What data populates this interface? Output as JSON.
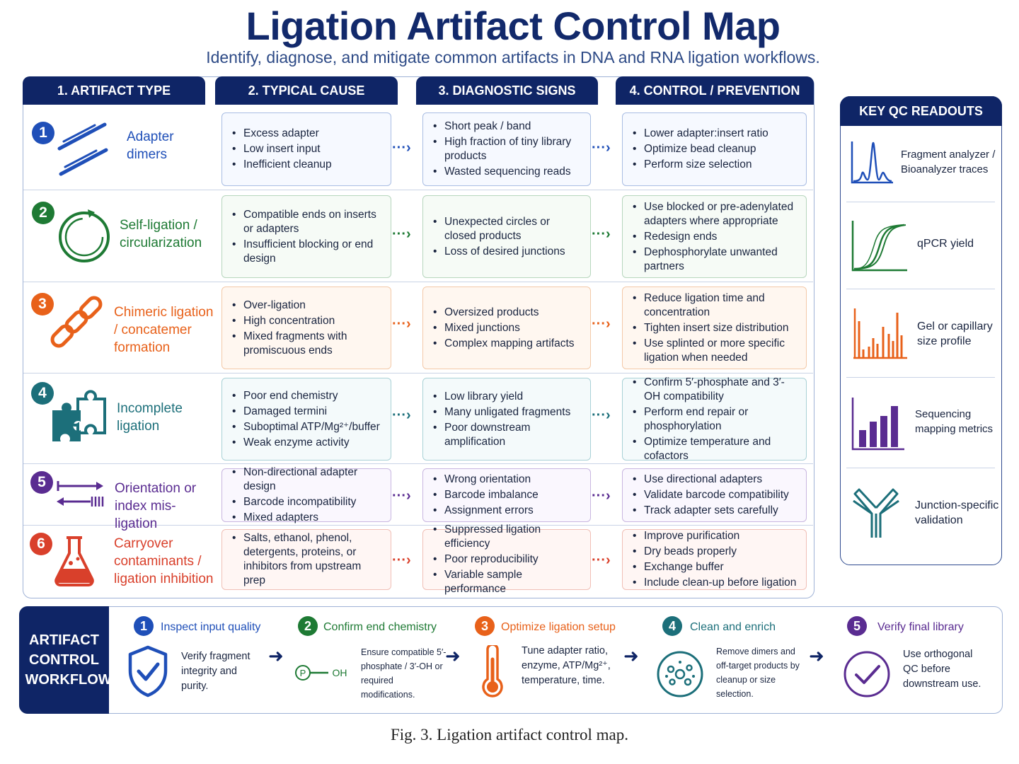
{
  "header": {
    "title": "Ligation Artifact Control Map",
    "subtitle": "Identify, diagnose, and mitigate common artifacts in DNA and RNA ligation workflows."
  },
  "columns": [
    "1. ARTIFACT TYPE",
    "2. TYPICAL CAUSE",
    "3. DIAGNOSTIC SIGNS",
    "4. CONTROL / PREVENTION"
  ],
  "colors": {
    "navy": "#0f2566",
    "blue": "#1f4fb8",
    "green": "#1e7a34",
    "orange": "#e8611a",
    "teal": "#1c6f7a",
    "purple": "#5a2c91",
    "red": "#d9402b"
  },
  "artifacts": [
    {
      "num": "1",
      "label": "Adapter dimers",
      "icon": "adapter-dimer-icon",
      "causes": [
        "Excess adapter",
        "Low insert input",
        "Inefficient cleanup"
      ],
      "signs": [
        "Short peak / band",
        "High fraction of tiny library products",
        "Wasted sequencing reads"
      ],
      "controls": [
        "Lower adapter:insert ratio",
        "Optimize bead cleanup",
        "Perform size selection"
      ]
    },
    {
      "num": "2",
      "label": "Self-ligation / circularization",
      "icon": "circular-arrow-icon",
      "causes": [
        "Compatible ends on inserts or adapters",
        "Insufficient blocking or end design"
      ],
      "signs": [
        "Unexpected circles or closed products",
        "Loss of desired junctions"
      ],
      "controls": [
        "Use blocked or pre-adenylated adapters where appropriate",
        "Redesign ends",
        "Dephosphorylate unwanted partners"
      ]
    },
    {
      "num": "3",
      "label": "Chimeric ligation / concatemer formation",
      "icon": "chain-link-icon",
      "causes": [
        "Over-ligation",
        "High concentration",
        "Mixed fragments with promiscuous ends"
      ],
      "signs": [
        "Oversized products",
        "Mixed junctions",
        "Complex mapping artifacts"
      ],
      "controls": [
        "Reduce ligation time and concentration",
        "Tighten insert size distribution",
        "Use splinted or more specific ligation when needed"
      ]
    },
    {
      "num": "4",
      "label": "Incomplete ligation",
      "icon": "puzzle-piece-icon",
      "causes": [
        "Poor end chemistry",
        "Damaged termini",
        "Suboptimal ATP/Mg²⁺/buffer",
        "Weak enzyme activity"
      ],
      "signs": [
        "Low library yield",
        "Many unligated fragments",
        "Poor downstream amplification"
      ],
      "controls": [
        "Confirm 5′-phosphate and 3′-OH compatibility",
        "Perform end repair or phosphorylation",
        "Optimize temperature and cofactors"
      ]
    },
    {
      "num": "5",
      "label": "Orientation or index mis-ligation",
      "icon": "orientation-arrows-icon",
      "causes": [
        "Non-directional adapter design",
        "Barcode incompatibility",
        "Mixed adapters"
      ],
      "signs": [
        "Wrong orientation",
        "Barcode imbalance",
        "Assignment errors"
      ],
      "controls": [
        "Use directional adapters",
        "Validate barcode compatibility",
        "Track adapter sets carefully"
      ]
    },
    {
      "num": "6",
      "label": "Carryover contaminants / ligation inhibition",
      "icon": "flask-icon",
      "causes": [
        "Salts, ethanol, phenol, detergents, proteins, or inhibitors from upstream prep"
      ],
      "signs": [
        "Suppressed ligation efficiency",
        "Poor reproducibility",
        "Variable sample performance"
      ],
      "controls": [
        "Improve purification",
        "Dry beads properly",
        "Exchange buffer",
        "Include clean-up before ligation"
      ]
    }
  ],
  "qc": {
    "title": "KEY QC READOUTS",
    "items": [
      {
        "label": "Fragment analyzer / Bioanalyzer traces",
        "icon": "trace-peak-icon"
      },
      {
        "label": "qPCR yield",
        "icon": "amplification-curve-icon"
      },
      {
        "label": "Gel or capillary size profile",
        "icon": "size-profile-icon"
      },
      {
        "label": "Sequencing mapping metrics",
        "icon": "bar-chart-icon"
      },
      {
        "label": "Junction-specific validation",
        "icon": "antibody-icon"
      }
    ]
  },
  "workflow": {
    "label": "ARTIFACT CONTROL WORKFLOW",
    "steps": [
      {
        "num": "1",
        "title": "Inspect input quality",
        "desc": "Verify fragment integrity and purity.",
        "icon": "shield-check-icon"
      },
      {
        "num": "2",
        "title": "Confirm end chemistry",
        "desc": "Ensure compatible 5′-phosphate / 3′-OH or required modifications.",
        "icon": "phosphate-oh-icon",
        "glyph_p": "P",
        "glyph_oh": "OH"
      },
      {
        "num": "3",
        "title": "Optimize ligation setup",
        "desc": "Tune adapter ratio, enzyme, ATP/Mg²⁺, temperature, time.",
        "icon": "thermometer-icon"
      },
      {
        "num": "4",
        "title": "Clean and enrich",
        "desc": "Remove dimers and off-target products by cleanup or size selection.",
        "icon": "bead-cleanup-icon"
      },
      {
        "num": "5",
        "title": "Verify final library",
        "desc": "Use orthogonal QC before downstream use.",
        "icon": "check-circle-icon"
      }
    ]
  },
  "caption": "Fig. 3. Ligation artifact control map."
}
